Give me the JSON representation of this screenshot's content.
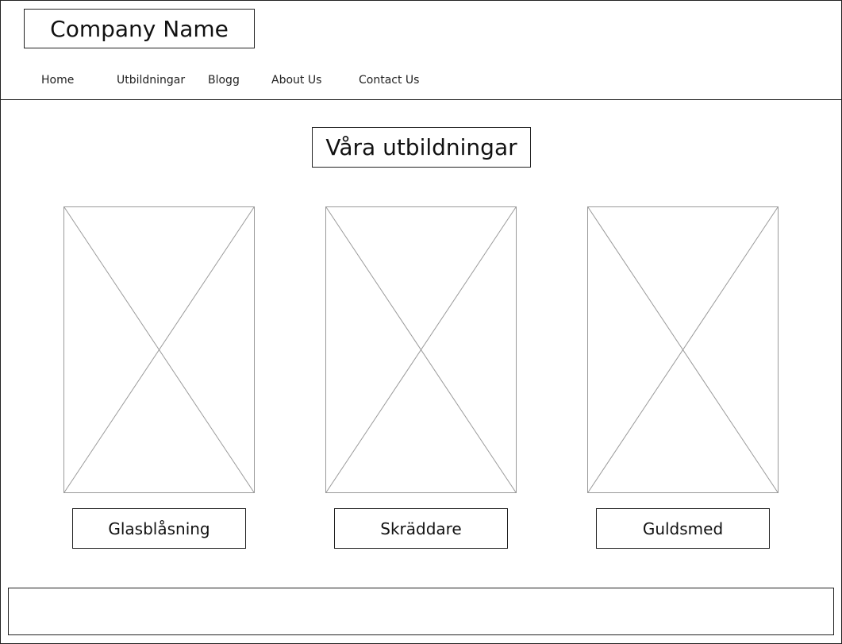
{
  "header": {
    "company_name": "Company Name",
    "nav": [
      {
        "label": "Home"
      },
      {
        "label": "Utbildningar"
      },
      {
        "label": "Blogg"
      },
      {
        "label": "About Us"
      },
      {
        "label": "Contact Us"
      }
    ]
  },
  "main": {
    "title": "Våra utbildningar",
    "courses": [
      {
        "label": "Glasblåsning"
      },
      {
        "label": "Skräddare"
      },
      {
        "label": "Guldsmed"
      }
    ]
  },
  "colors": {
    "line": "#222222",
    "placeholder_line": "#9a9a9a",
    "background": "#ffffff"
  }
}
